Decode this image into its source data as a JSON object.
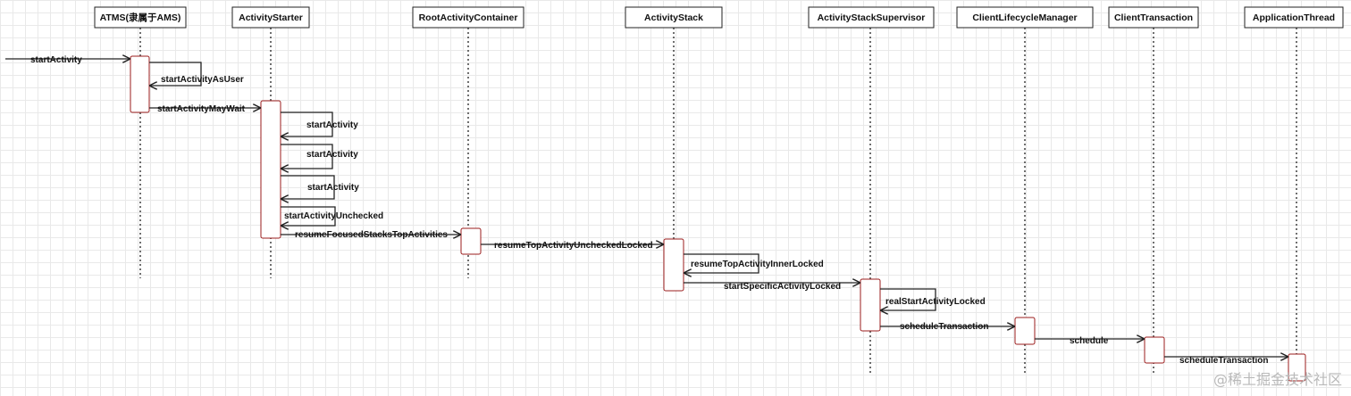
{
  "participants": [
    {
      "id": "atms",
      "label": "ATMS(隶属于AMS)"
    },
    {
      "id": "starter",
      "label": "ActivityStarter"
    },
    {
      "id": "rac",
      "label": "RootActivityContainer"
    },
    {
      "id": "stack",
      "label": "ActivityStack"
    },
    {
      "id": "supervisor",
      "label": "ActivityStackSupervisor"
    },
    {
      "id": "clm",
      "label": "ClientLifecycleManager"
    },
    {
      "id": "ct",
      "label": "ClientTransaction"
    },
    {
      "id": "app",
      "label": "ApplicationThread"
    }
  ],
  "messages": [
    {
      "id": "startActivity",
      "label": "startActivity"
    },
    {
      "id": "startActivityAsUser",
      "label": "startActivityAsUser"
    },
    {
      "id": "startActivityMayWait",
      "label": "startActivityMayWait"
    },
    {
      "id": "startActivity-1",
      "label": "startActivity"
    },
    {
      "id": "startActivity-2",
      "label": "startActivity"
    },
    {
      "id": "startActivity-3",
      "label": "startActivity"
    },
    {
      "id": "startActivityUnchecked",
      "label": "startActivityUnchecked"
    },
    {
      "id": "resumeFocusedStacksTopActivities",
      "label": "resumeFocusedStacksTopActivities"
    },
    {
      "id": "resumeTopActivityUncheckedLocked",
      "label": "resumeTopActivityUncheckedLocked"
    },
    {
      "id": "resumeTopActivityInnerLocked",
      "label": "resumeTopActivityInnerLocked"
    },
    {
      "id": "startSpecificActivityLocked",
      "label": "startSpecificActivityLocked"
    },
    {
      "id": "realStartActivityLocked",
      "label": "realStartActivityLocked"
    },
    {
      "id": "scheduleTransaction",
      "label": "scheduleTransaction"
    },
    {
      "id": "schedule",
      "label": "schedule"
    },
    {
      "id": "scheduleTransaction-2",
      "label": "scheduleTransaction"
    }
  ],
  "watermark": "@稀土掘金技术社区",
  "colors": {
    "activation_border": "#9b1c1c",
    "line": "#222222"
  }
}
